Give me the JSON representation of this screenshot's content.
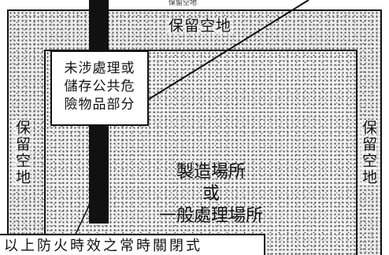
{
  "labels": {
    "top_partial": "保留空地",
    "reserved_top": "保留空地",
    "reserved_left": "保留空地",
    "reserved_right": "保留空地",
    "center_line1": "製造場所",
    "center_line2": "或",
    "center_line3": "一般處理場所",
    "hazard_line1": "未涉處理或",
    "hazard_line2": "儲存公共危",
    "hazard_line3": "險物品部分",
    "door_note": "以上防火時效之常時關閉式"
  },
  "colors": {
    "ink": "#111111",
    "speckle_fill": "#ececec",
    "box_fill": "#ffffff"
  }
}
